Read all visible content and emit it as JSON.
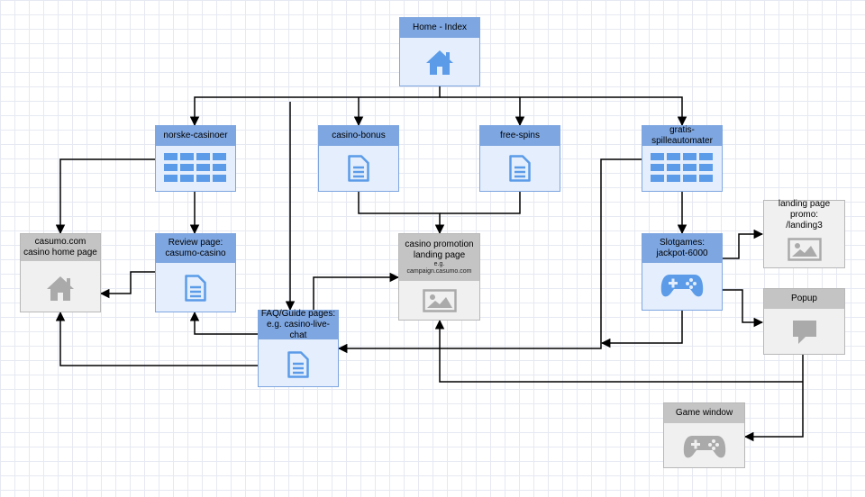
{
  "diagram": {
    "nodes": {
      "home": {
        "label": "Home - Index",
        "icon": "house-icon",
        "color": "#5b9be8"
      },
      "norske": {
        "label": "norske-casinoer",
        "icon": "grid-icon",
        "color": "#5b9be8"
      },
      "bonus": {
        "label": "casino-bonus",
        "icon": "document-icon",
        "color": "#5b9be8"
      },
      "freespins": {
        "label": "free-spins",
        "icon": "document-icon",
        "color": "#5b9be8"
      },
      "gratis": {
        "label": "gratis-spilleautomater",
        "icon": "grid-icon",
        "color": "#5b9be8"
      },
      "casumo": {
        "label_line1": "casumo.com",
        "label_line2": "casino home page",
        "icon": "house-icon",
        "color": "#aaaaaa"
      },
      "review": {
        "label_line1": "Review page:",
        "label_line2": "casumo-casino",
        "icon": "document-icon",
        "color": "#5b9be8"
      },
      "promo": {
        "label_line1": "casino promotion",
        "label_line2": "landing page",
        "note_line1": "e.g.",
        "note_line2": "campaign.casumo.com",
        "icon": "image-icon",
        "color": "#aaaaaa"
      },
      "slotgames": {
        "label_line1": "Slotgames:",
        "label_line2": "jackpot-6000",
        "icon": "gamepad-icon",
        "color": "#5b9be8"
      },
      "landing3": {
        "label_line1": "landing page promo:",
        "label_line2": "/landing3",
        "icon": "image-icon",
        "color": "#aaaaaa"
      },
      "popup": {
        "label": "Popup",
        "icon": "speech-bubble-icon",
        "color": "#aaaaaa"
      },
      "faq": {
        "label_line1": "FAQ/Guide pages:",
        "label_line2": "e.g. casino-live-chat",
        "icon": "document-icon",
        "color": "#5b9be8"
      },
      "gamewindow": {
        "label": "Game window",
        "icon": "gamepad-icon",
        "color": "#aaaaaa"
      }
    },
    "edges": [
      {
        "from": "home",
        "to": "norske"
      },
      {
        "from": "home",
        "to": "bonus"
      },
      {
        "from": "home",
        "to": "freespins"
      },
      {
        "from": "home",
        "to": "gratis"
      },
      {
        "from": "home",
        "to": "faq"
      },
      {
        "from": "norske",
        "to": "casumo"
      },
      {
        "from": "norske",
        "to": "review"
      },
      {
        "from": "review",
        "to": "casumo"
      },
      {
        "from": "bonus",
        "to": "promo"
      },
      {
        "from": "freespins",
        "to": "promo"
      },
      {
        "from": "gratis",
        "to": "slotgames"
      },
      {
        "from": "gratis",
        "to": "faq"
      },
      {
        "from": "slotgames",
        "to": "landing3"
      },
      {
        "from": "slotgames",
        "to": "popup"
      },
      {
        "from": "slotgames",
        "to": "faq"
      },
      {
        "from": "faq",
        "to": "review"
      },
      {
        "from": "faq",
        "to": "casumo"
      },
      {
        "from": "faq",
        "to": "promo"
      },
      {
        "from": "popup",
        "to": "gamewindow"
      },
      {
        "from": "popup",
        "to": "promo"
      }
    ]
  }
}
